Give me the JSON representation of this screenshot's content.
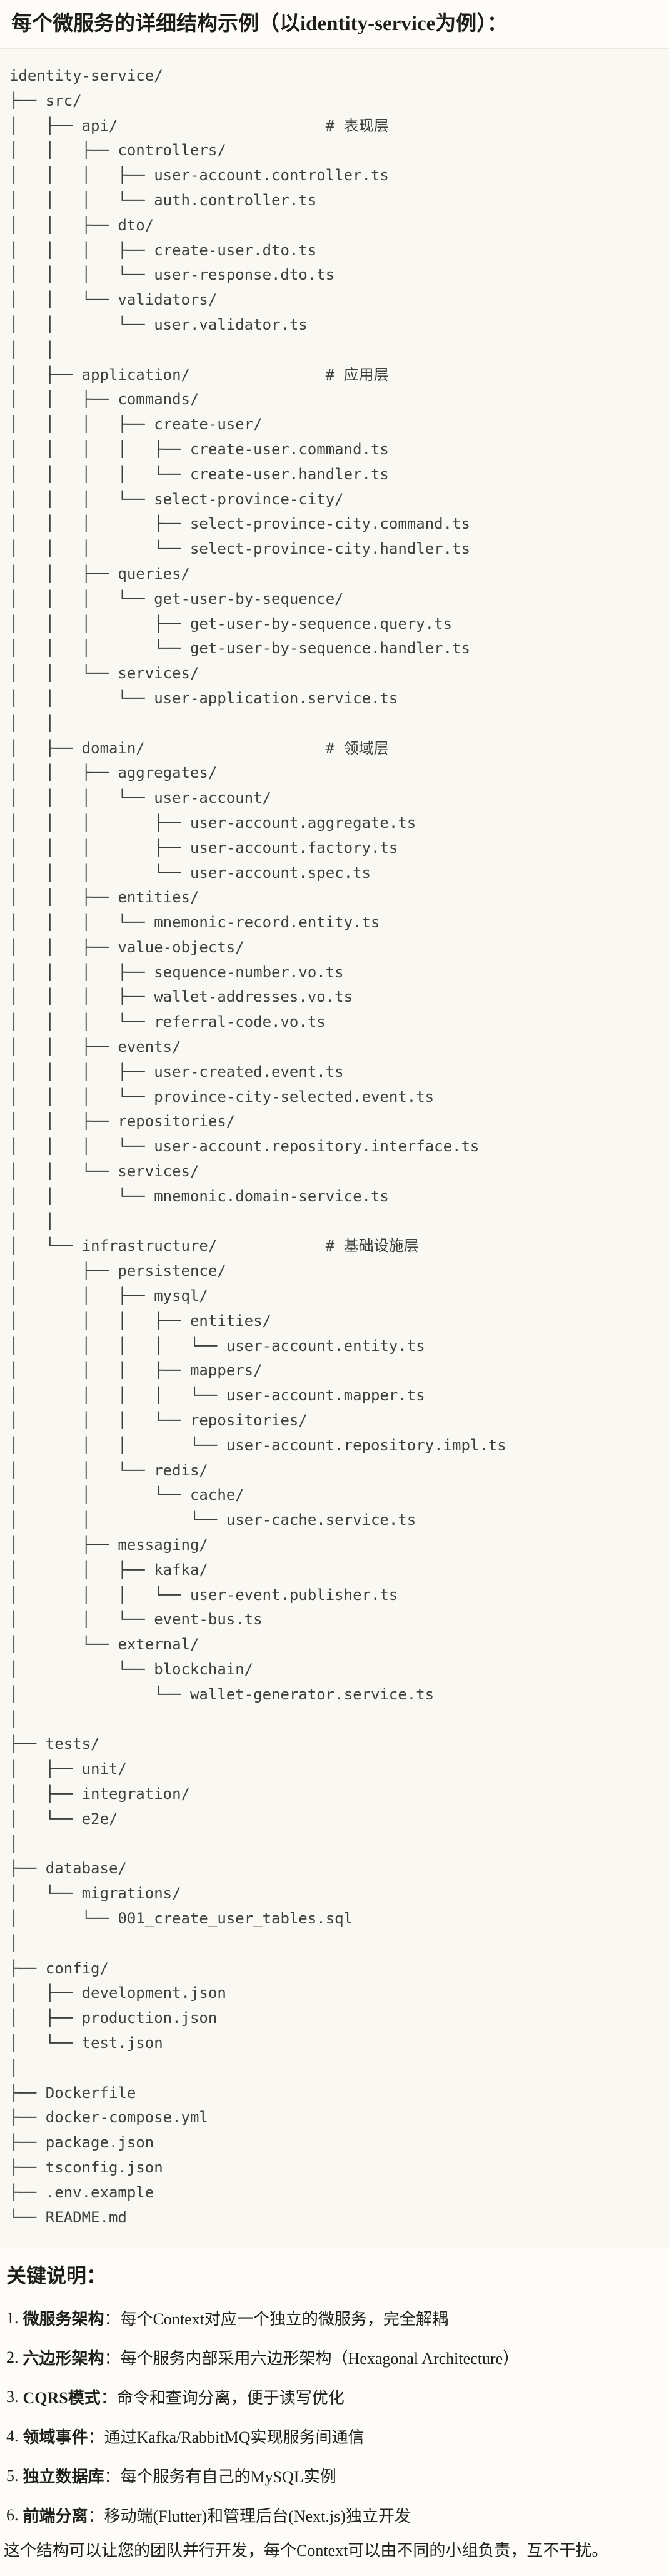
{
  "heading": "每个微服务的详细结构示例（以identity-service为例）：",
  "tree": {
    "lines": [
      "identity-service/",
      "├── src/",
      "│   ├── api/                       # 表现层",
      "│   │   ├── controllers/",
      "│   │   │   ├── user-account.controller.ts",
      "│   │   │   └── auth.controller.ts",
      "│   │   ├── dto/",
      "│   │   │   ├── create-user.dto.ts",
      "│   │   │   └── user-response.dto.ts",
      "│   │   └── validators/",
      "│   │       └── user.validator.ts",
      "│   │",
      "│   ├── application/               # 应用层",
      "│   │   ├── commands/",
      "│   │   │   ├── create-user/",
      "│   │   │   │   ├── create-user.command.ts",
      "│   │   │   │   └── create-user.handler.ts",
      "│   │   │   └── select-province-city/",
      "│   │   │       ├── select-province-city.command.ts",
      "│   │   │       └── select-province-city.handler.ts",
      "│   │   ├── queries/",
      "│   │   │   └── get-user-by-sequence/",
      "│   │   │       ├── get-user-by-sequence.query.ts",
      "│   │   │       └── get-user-by-sequence.handler.ts",
      "│   │   └── services/",
      "│   │       └── user-application.service.ts",
      "│   │",
      "│   ├── domain/                    # 领域层",
      "│   │   ├── aggregates/",
      "│   │   │   └── user-account/",
      "│   │   │       ├── user-account.aggregate.ts",
      "│   │   │       ├── user-account.factory.ts",
      "│   │   │       └── user-account.spec.ts",
      "│   │   ├── entities/",
      "│   │   │   └── mnemonic-record.entity.ts",
      "│   │   ├── value-objects/",
      "│   │   │   ├── sequence-number.vo.ts",
      "│   │   │   ├── wallet-addresses.vo.ts",
      "│   │   │   └── referral-code.vo.ts",
      "│   │   ├── events/",
      "│   │   │   ├── user-created.event.ts",
      "│   │   │   └── province-city-selected.event.ts",
      "│   │   ├── repositories/",
      "│   │   │   └── user-account.repository.interface.ts",
      "│   │   └── services/",
      "│   │       └── mnemonic.domain-service.ts",
      "│   │",
      "│   └── infrastructure/            # 基础设施层",
      "│       ├── persistence/",
      "│       │   ├── mysql/",
      "│       │   │   ├── entities/",
      "│       │   │   │   └── user-account.entity.ts",
      "│       │   │   ├── mappers/",
      "│       │   │   │   └── user-account.mapper.ts",
      "│       │   │   └── repositories/",
      "│       │   │       └── user-account.repository.impl.ts",
      "│       │   └── redis/",
      "│       │       └── cache/",
      "│       │           └── user-cache.service.ts",
      "│       ├── messaging/",
      "│       │   ├── kafka/",
      "│       │   │   └── user-event.publisher.ts",
      "│       │   └── event-bus.ts",
      "│       └── external/",
      "│           └── blockchain/",
      "│               └── wallet-generator.service.ts",
      "│",
      "├── tests/",
      "│   ├── unit/",
      "│   ├── integration/",
      "│   └── e2e/",
      "│",
      "├── database/",
      "│   └── migrations/",
      "│       └── 001_create_user_tables.sql",
      "│",
      "├── config/",
      "│   ├── development.json",
      "│   ├── production.json",
      "│   └── test.json",
      "│",
      "├── Dockerfile",
      "├── docker-compose.yml",
      "├── package.json",
      "├── tsconfig.json",
      "├── .env.example",
      "└── README.md"
    ]
  },
  "notes": {
    "heading": "关键说明：",
    "items": [
      {
        "num": "1.",
        "label": "微服务架构",
        "text": "：每个Context对应一个独立的微服务，完全解耦"
      },
      {
        "num": "2.",
        "label": "六边形架构",
        "text": "：每个服务内部采用六边形架构（Hexagonal Architecture）"
      },
      {
        "num": "3.",
        "label": "CQRS模式",
        "text": "：命令和查询分离，便于读写优化"
      },
      {
        "num": "4.",
        "label": "领域事件",
        "text": "：通过Kafka/RabbitMQ实现服务间通信"
      },
      {
        "num": "5.",
        "label": "独立数据库",
        "text": "：每个服务有自己的MySQL实例"
      },
      {
        "num": "6.",
        "label": "前端分离",
        "text": "：移动端(Flutter)和管理后台(Next.js)独立开发"
      }
    ]
  },
  "closing": "这个结构可以让您的团队并行开发，每个Context可以由不同的小组负责，互不干扰。"
}
